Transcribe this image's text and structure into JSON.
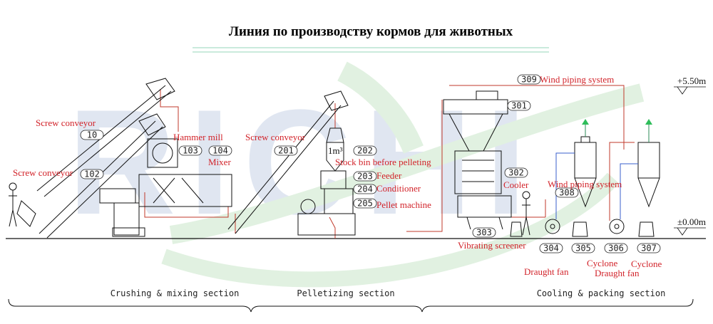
{
  "title": "Линия по производству кормов для животных",
  "accent_colors": {
    "label": "#d2232a",
    "pipe": "#c0392b",
    "line": "#111111",
    "watermark_blue": "#c7d3e6",
    "watermark_green": "#c9e6c9"
  },
  "equipment": [
    {
      "id": "eq-screw-conveyor-1",
      "name": "Screw conveyor",
      "code": "10"
    },
    {
      "id": "eq-screw-conveyor-2",
      "name": "Screw conveyor",
      "code": "102"
    },
    {
      "id": "eq-hammer-mill",
      "name": "Hammer mill",
      "code": "103"
    },
    {
      "id": "eq-mixer",
      "name": "Mixer",
      "code": "104"
    },
    {
      "id": "eq-screw-conveyor-3",
      "name": "Screw conveyor",
      "code": "201"
    },
    {
      "id": "eq-stock-bin",
      "name": "Stock bin before pelleting",
      "code": "202"
    },
    {
      "id": "eq-feeder",
      "name": "Feeder",
      "code": "203"
    },
    {
      "id": "eq-conditioner",
      "name": "Conditioner",
      "code": "204"
    },
    {
      "id": "eq-pellet-machine",
      "name": "Pellet machine",
      "code": "205"
    },
    {
      "id": "eq-bin-301",
      "name": "",
      "code": "301"
    },
    {
      "id": "eq-cooler",
      "name": "Cooler",
      "code": "302"
    },
    {
      "id": "eq-vibrating-screener",
      "name": "Vibrating screener",
      "code": "303"
    },
    {
      "id": "eq-draught-fan-1",
      "name": "Draught fan",
      "code": "304"
    },
    {
      "id": "eq-cyclone-1",
      "name": "Cyclone",
      "code": "305"
    },
    {
      "id": "eq-draught-fan-2",
      "name": "Draught fan",
      "code": "306"
    },
    {
      "id": "eq-cyclone-2",
      "name": "Cyclone",
      "code": "307"
    },
    {
      "id": "eq-wind-piping-1",
      "name": "Wind piping system",
      "code": "308"
    },
    {
      "id": "eq-wind-piping-2",
      "name": "Wind piping system",
      "code": "309"
    }
  ],
  "bin_volume": "1m³",
  "elevations": {
    "top": "+5.50m",
    "ground": "±0.00m"
  },
  "sections": [
    "Crushing & mixing section",
    "Pelletizing section",
    "Cooling & packing section"
  ],
  "watermark": "RICHI"
}
